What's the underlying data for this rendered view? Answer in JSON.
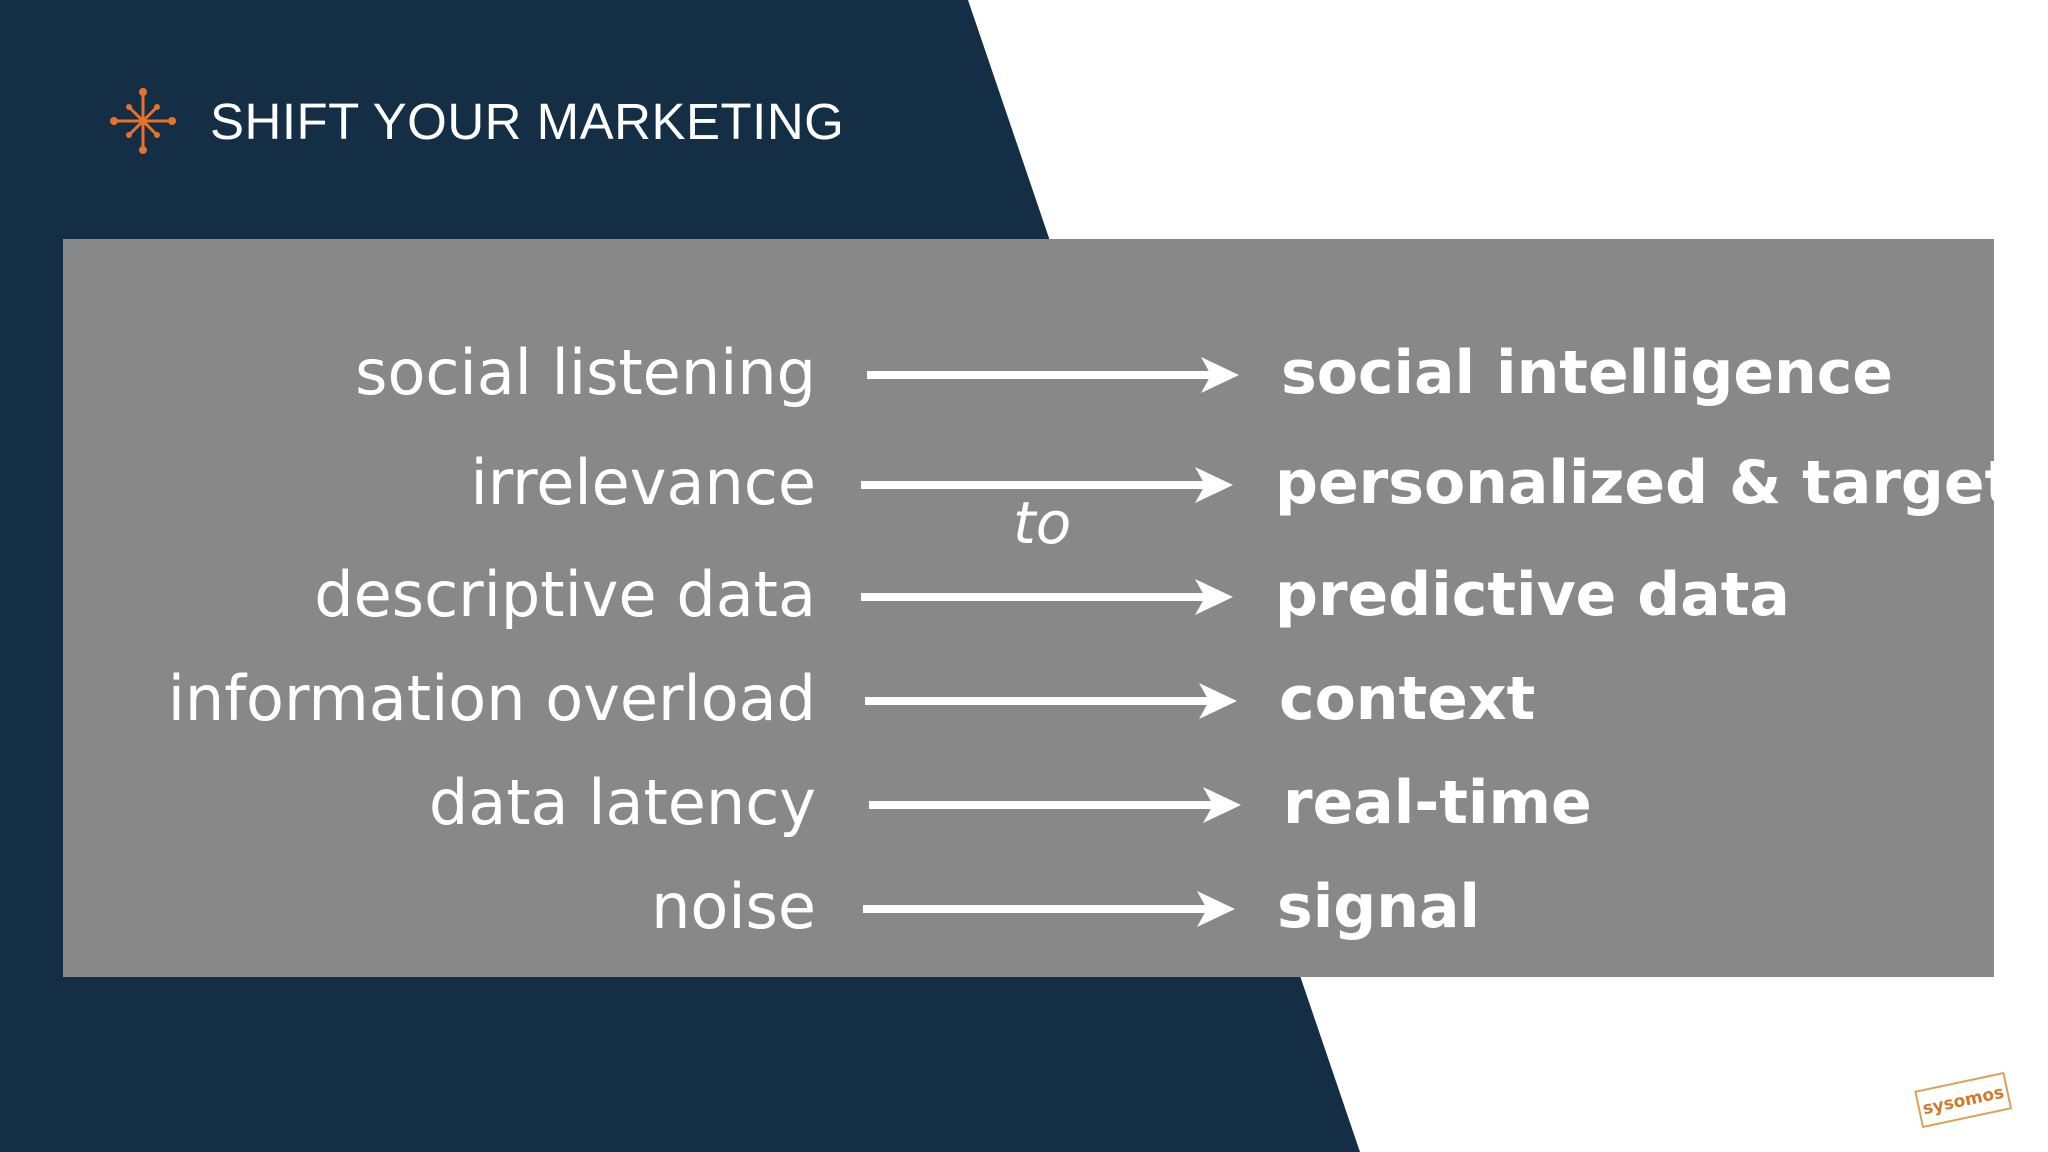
{
  "header": {
    "title": "SHIFT YOUR MARKETING",
    "icon": "orange-asterisk-node-icon",
    "accent_color": "#e8722a"
  },
  "colors": {
    "navy": "#132e45",
    "panel_gray": "#898888",
    "text": "#ffffff"
  },
  "panel": {
    "to_label": "to",
    "rows": [
      {
        "from": "social listening",
        "to": "social intelligence"
      },
      {
        "from": "irrelevance",
        "to": "personalized & targeted"
      },
      {
        "from": "descriptive data",
        "to": "predictive data"
      },
      {
        "from": "information overload",
        "to": "context"
      },
      {
        "from": "data latency",
        "to": "real-time"
      },
      {
        "from": "noise",
        "to": "signal"
      }
    ]
  },
  "brand": {
    "logo_text": "sysomos"
  }
}
